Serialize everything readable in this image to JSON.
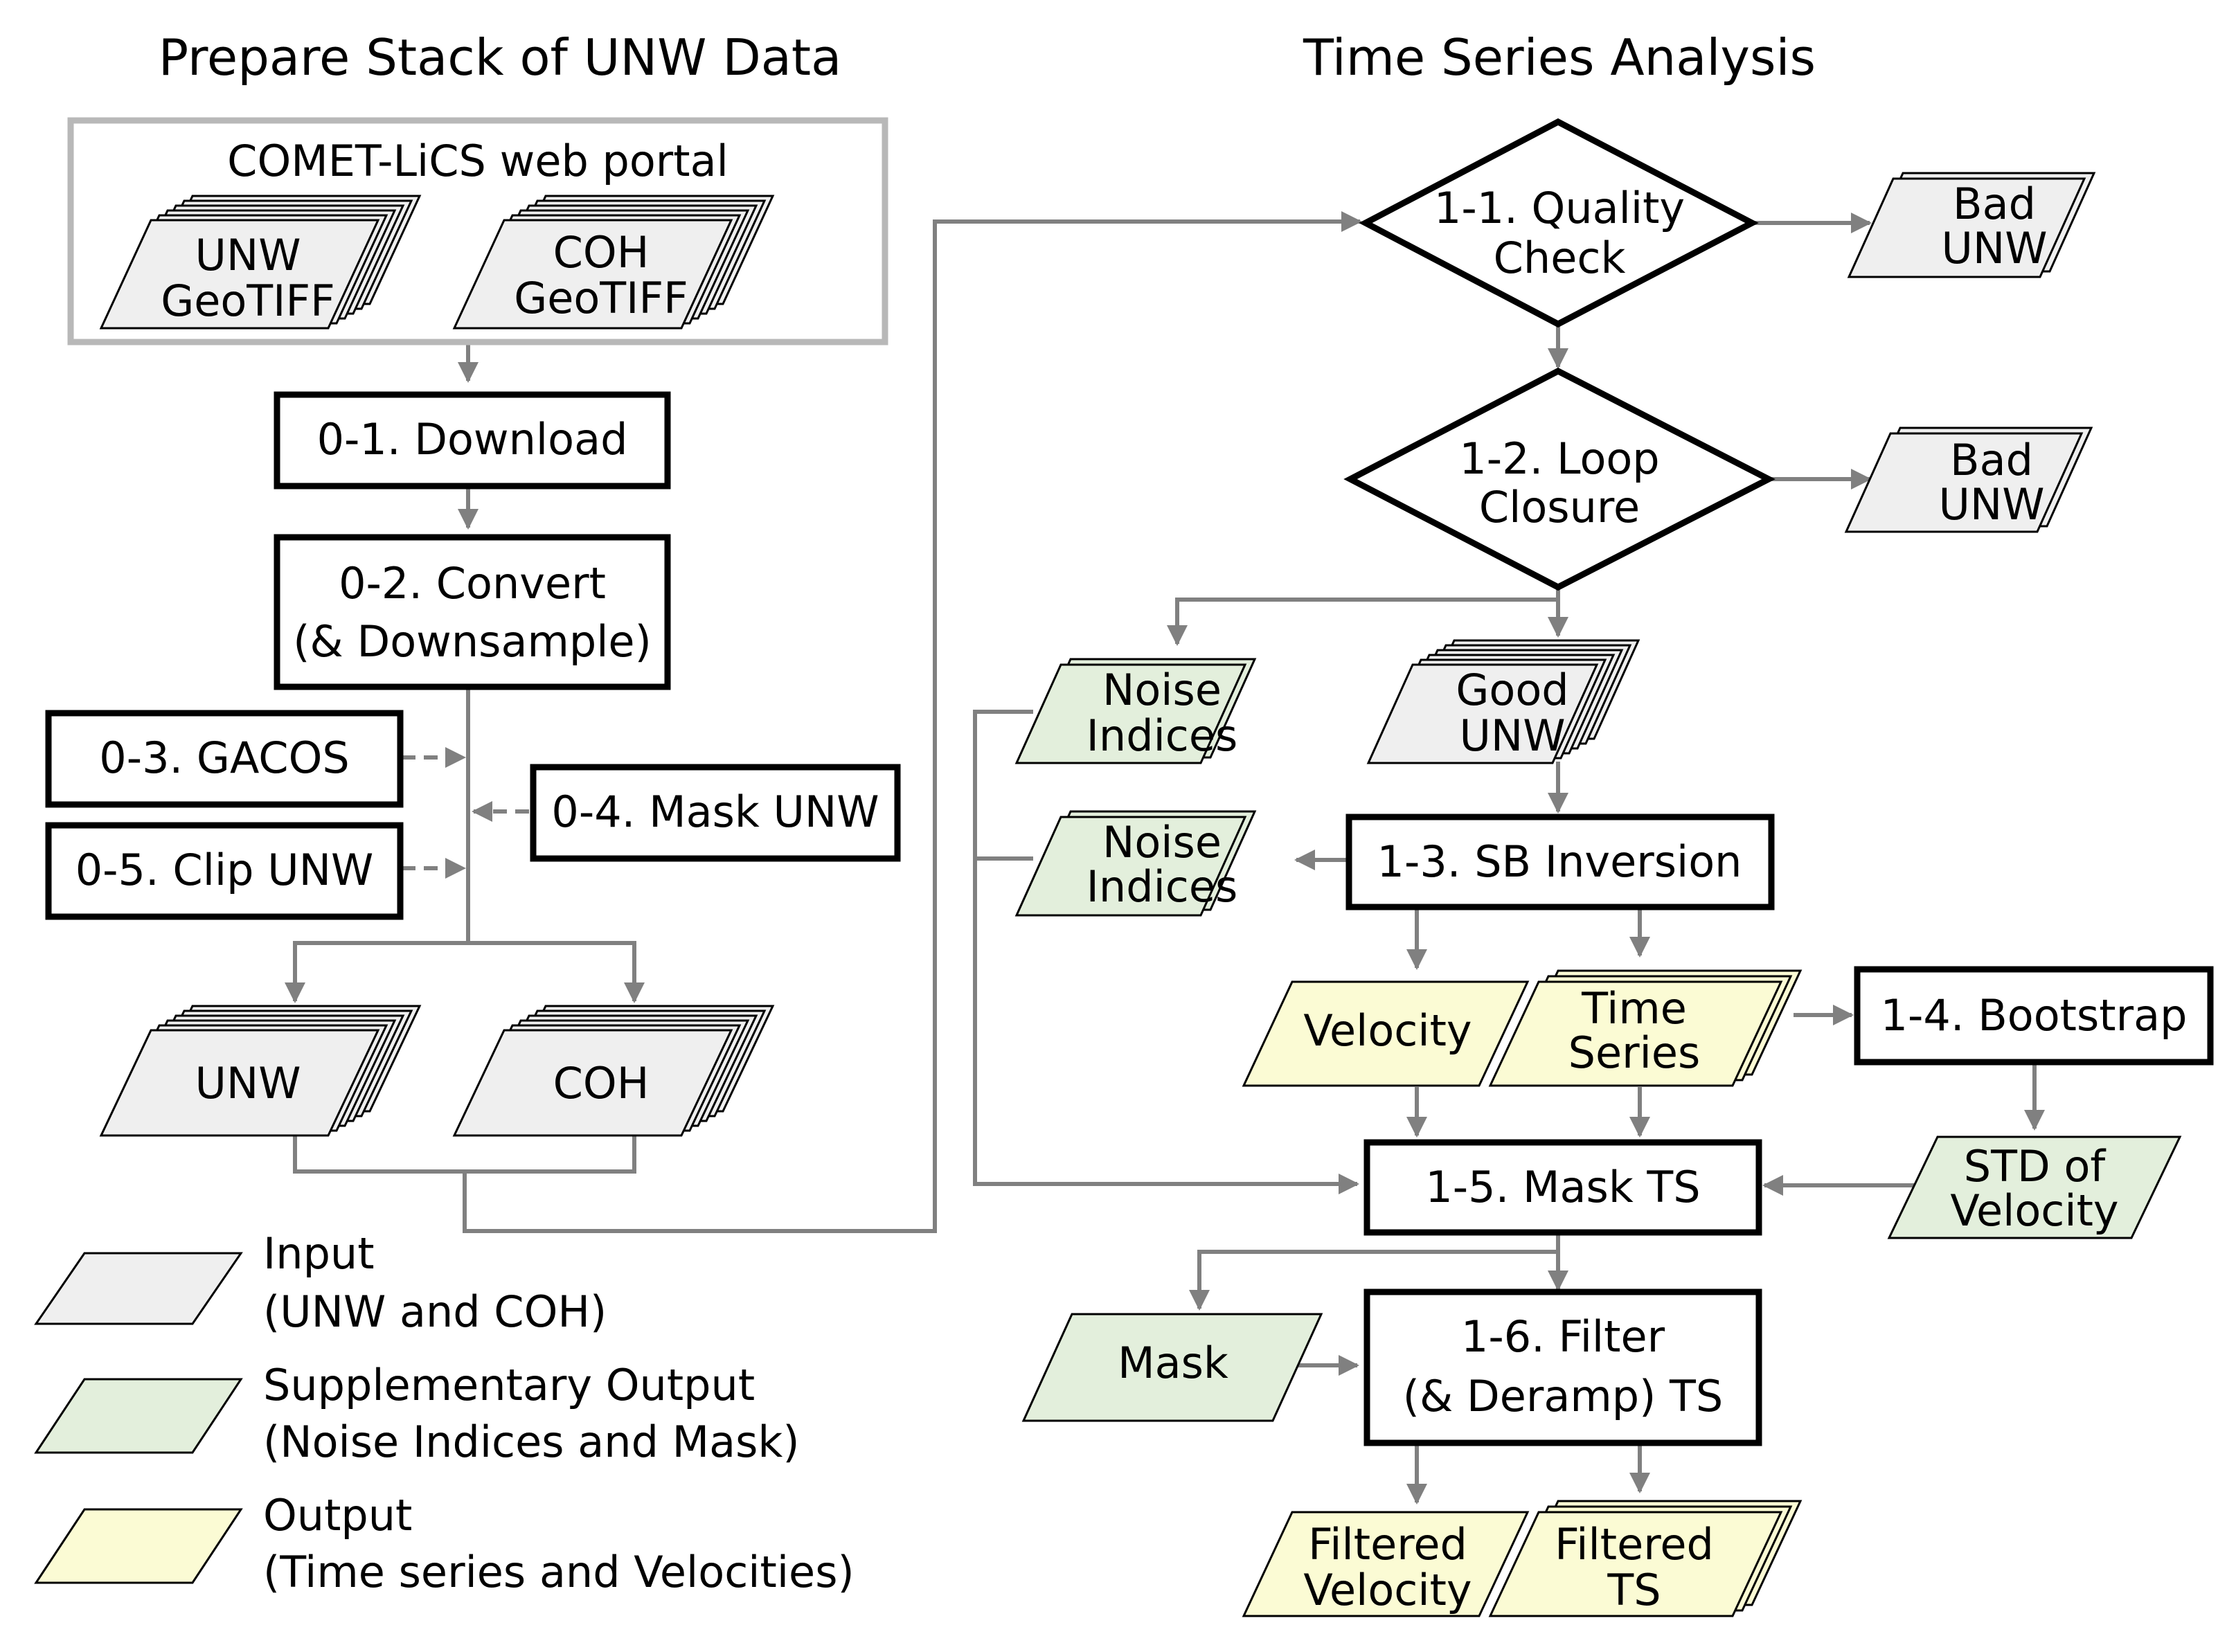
{
  "headings": {
    "left": "Prepare Stack of UNW Data",
    "right": "Time Series Analysis"
  },
  "portal": {
    "title": "COMET-LiCS web portal",
    "unw_geotiff": [
      "UNW",
      "GeoTIFF"
    ],
    "coh_geotiff": [
      "COH",
      "GeoTIFF"
    ]
  },
  "steps": {
    "download": "0-1. Download",
    "convert": [
      "0-2. Convert",
      "(& Downsample)"
    ],
    "gacos": "0-3. GACOS",
    "mask_unw": "0-4. Mask UNW",
    "clip_unw": "0-5. Clip UNW",
    "quality_check": [
      "1-1. Quality",
      "Check"
    ],
    "loop_closure": [
      "1-2. Loop",
      "Closure"
    ],
    "sb_inversion": "1-3. SB Inversion",
    "bootstrap": "1-4. Bootstrap",
    "mask_ts": "1-5. Mask TS",
    "filter_ts": [
      "1-6. Filter",
      "(& Deramp) TS"
    ]
  },
  "data_items": {
    "unw": "UNW",
    "coh": "COH",
    "bad_unw_1": [
      "Bad",
      "UNW"
    ],
    "bad_unw_2": [
      "Bad",
      "UNW"
    ],
    "noise_indices_1": [
      "Noise",
      "Indices"
    ],
    "noise_indices_2": [
      "Noise",
      "Indices"
    ],
    "good_unw": [
      "Good",
      "UNW"
    ],
    "velocity": "Velocity",
    "time_series": [
      "Time",
      "Series"
    ],
    "std_velocity": [
      "STD of",
      "Velocity"
    ],
    "mask": "Mask",
    "filtered_velocity": [
      "Filtered",
      "Velocity"
    ],
    "filtered_ts": [
      "Filtered",
      "TS"
    ]
  },
  "legend": [
    {
      "kind": "input",
      "title": "Input",
      "subtitle": "(UNW and COH)"
    },
    {
      "kind": "supplementary",
      "title": "Supplementary Output",
      "subtitle": "(Noise Indices and Mask)"
    },
    {
      "kind": "output",
      "title": "Output",
      "subtitle": "(Time series and Velocities)"
    }
  ],
  "colors": {
    "input": "#efefef",
    "supplementary": "#e3efdc",
    "output": "#fbfbd4",
    "connector": "#808080",
    "portal_border": "#b8b8b8",
    "box_border": "#000000"
  }
}
